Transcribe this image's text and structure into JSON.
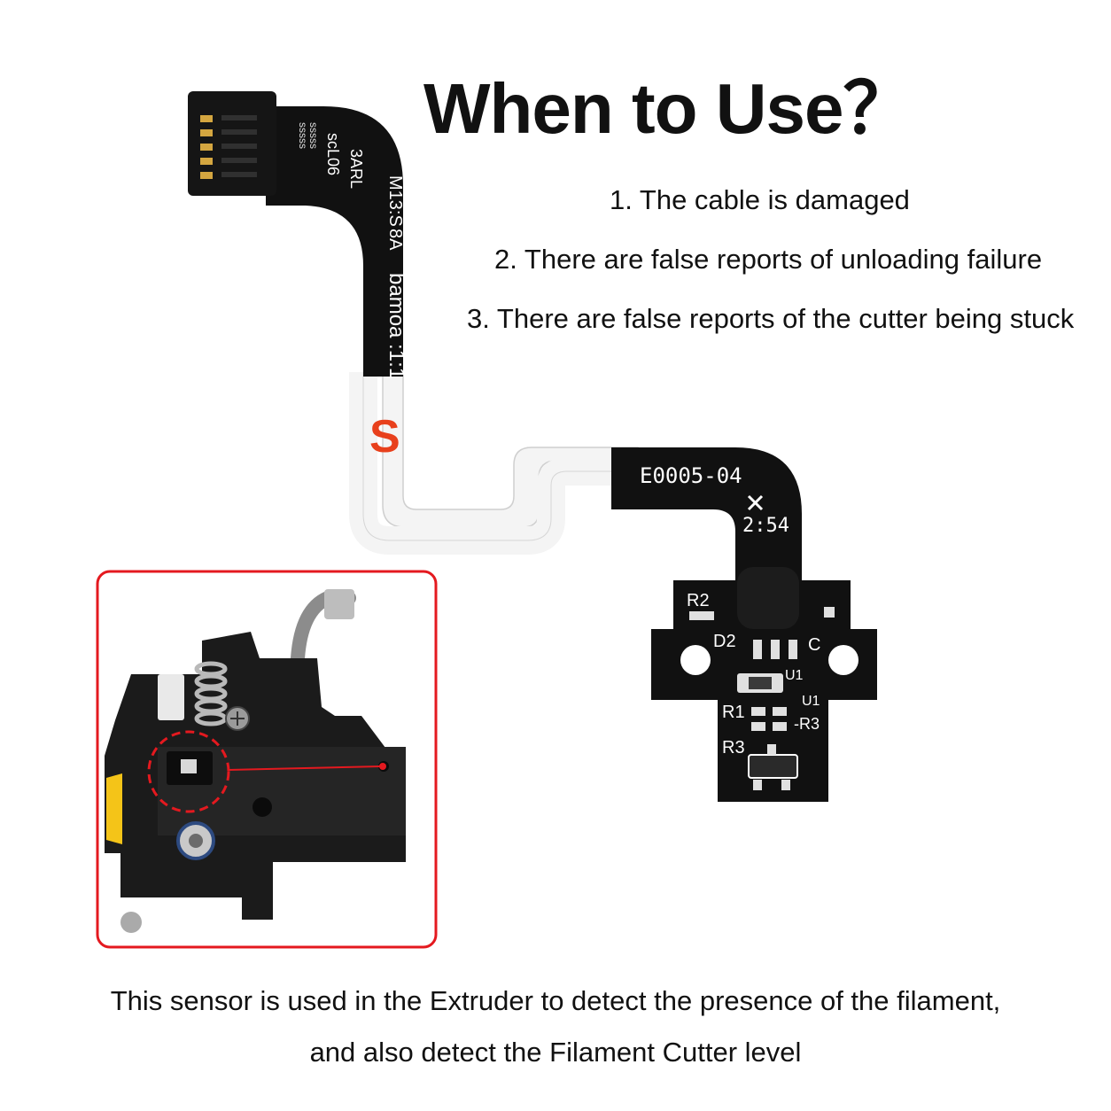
{
  "heading": {
    "title": "When to Use？"
  },
  "reasons": [
    "1. The cable is damaged",
    "2. There are false reports of unloading failure",
    "3. There are false reports of the cutter being stuck"
  ],
  "flex_cable": {
    "connector_text": [
      "scL06",
      "3ARL",
      "sssss",
      "sssss"
    ],
    "text_upper": [
      "M13:S",
      "8A",
      "bamoa :1:1"
    ],
    "s_mark": "S",
    "s_mark_color": "#e8401c",
    "part_number": "E0005-04",
    "date_code": "2:54"
  },
  "sensor_board": {
    "labels": [
      "R2",
      "D2",
      "C",
      "U1",
      "U1",
      "R1",
      "-R3",
      "R3"
    ]
  },
  "inset": {
    "border_color": "#e4191f"
  },
  "caption": {
    "line1": "This sensor is used in the Extruder to detect the presence of the filament,",
    "line2": "and also detect the Filament Cutter level"
  },
  "colors": {
    "pcb": "#111111",
    "white_flex": "#f4f4f4",
    "text": "#111111"
  }
}
